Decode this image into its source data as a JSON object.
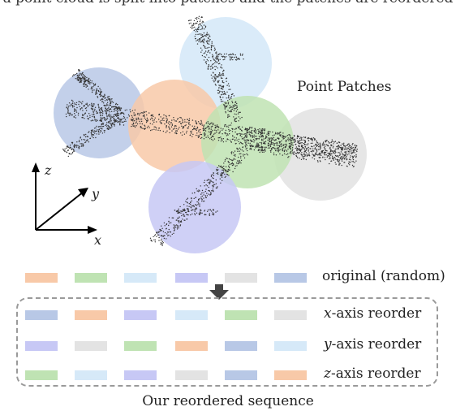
{
  "header_fragment": "a point cloud is split into patches and the patches are reordered",
  "patch_label": "Point Patches",
  "axes": {
    "x": "x",
    "y": "y",
    "z": "z"
  },
  "colors": {
    "orange": "#f8c9a8",
    "green": "#bfe3b3",
    "light_blue": "#d6e9f8",
    "purple": "#c7c8f5",
    "gray": "#e3e3e3",
    "steel_blue": "#b8c8e6"
  },
  "rows": [
    {
      "label": "original (random)",
      "order": [
        "orange",
        "green",
        "light_blue",
        "purple",
        "gray",
        "steel_blue"
      ]
    },
    {
      "label": "x-axis reorder",
      "axis": "x",
      "suffix": "-axis reorder",
      "order": [
        "steel_blue",
        "orange",
        "purple",
        "light_blue",
        "green",
        "gray"
      ]
    },
    {
      "label": "y-axis reorder",
      "axis": "y",
      "suffix": "-axis reorder",
      "order": [
        "purple",
        "gray",
        "green",
        "orange",
        "steel_blue",
        "light_blue"
      ]
    },
    {
      "label": "z-axis reorder",
      "axis": "z",
      "suffix": "-axis reorder",
      "order": [
        "green",
        "light_blue",
        "purple",
        "gray",
        "steel_blue",
        "orange"
      ]
    }
  ],
  "caption": "Our reordered sequence"
}
